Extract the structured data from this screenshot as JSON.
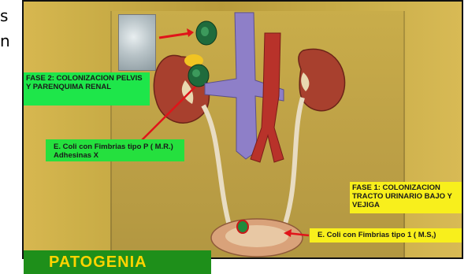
{
  "edge_text": {
    "left_top": "s",
    "left_mid": "n"
  },
  "labels": {
    "fase2": "FASE 2: COLONIZACION PELVIS Y PARENQUIMA RENAL",
    "ecoli_p": "E. Coli con Fimbrias tipo P ( M.R.) Adhesinas X",
    "fase1": "FASE 1: COLONIZACION TRACTO URINARIO BAJO Y VEJIGA",
    "ecoli_1": "E. Coli con Fimbrias tipo 1 ( M.S,)"
  },
  "title": "PATOGENIA",
  "colors": {
    "kidney": "#a8402e",
    "vena_cava": "#8e7fc8",
    "aorta": "#b8322a",
    "ureter": "#e8dcc2",
    "bacteria": "#1f6b3c",
    "arrow": "#e0141a",
    "label_green": "#1ee64a",
    "label_yellow": "#f8ef1c",
    "title_bg": "#1e8f1a",
    "title_text": "#ffd400"
  }
}
